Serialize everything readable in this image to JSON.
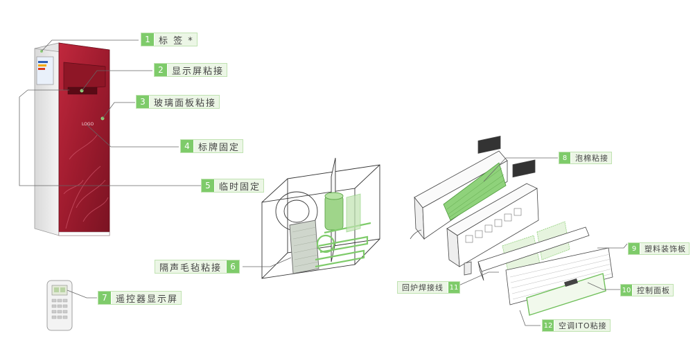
{
  "labels": [
    {
      "num": "1",
      "text": "标 签 *"
    },
    {
      "num": "2",
      "text": "显示屏粘接"
    },
    {
      "num": "3",
      "text": "玻璃面板粘接"
    },
    {
      "num": "4",
      "text": "标牌固定"
    },
    {
      "num": "5",
      "text": "临时固定"
    },
    {
      "num": "6",
      "text": "隔声毛毡粘接"
    },
    {
      "num": "7",
      "text": "遥控器显示屏"
    },
    {
      "num": "8",
      "text": "泡棉粘接"
    },
    {
      "num": "9",
      "text": "塑料装饰板"
    },
    {
      "num": "10",
      "text": "控制面板"
    },
    {
      "num": "11",
      "text": "回炉焊接线"
    },
    {
      "num": "12",
      "text": "空调ITO粘接"
    }
  ],
  "colors": {
    "accent": "#7ecb6a",
    "panel_red": "#9e1b2e",
    "label_bg": "#ecf6e6"
  }
}
